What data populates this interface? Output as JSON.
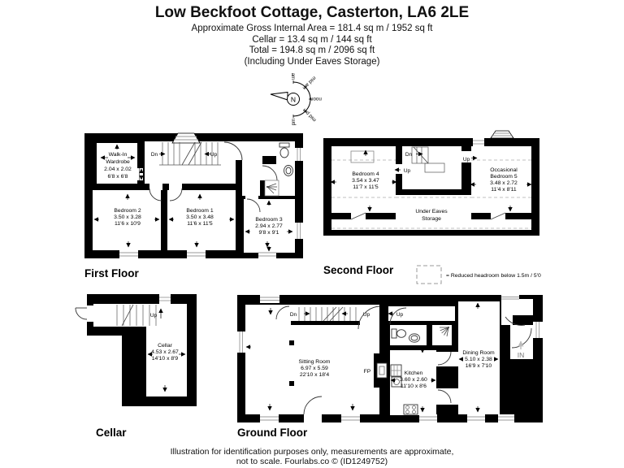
{
  "header": {
    "title": "Low Beckfoot Cottage, Casterton, LA6 2LE",
    "subtitle1": "Approximate Gross Internal Area = 181.4 sq m / 1952 sq ft",
    "subtitle2": "Cellar = 13.4 sq m / 144 sq ft",
    "subtitle3": "Total = 194.8 sq m / 2096 sq ft",
    "subtitle4": "(Including Under Eaves Storage)"
  },
  "compass": {
    "north": "N",
    "am": "am",
    "mid_am": "mid am",
    "noon": "noon",
    "mid_pm": "mid pm",
    "pm": "pm"
  },
  "first_floor": {
    "label": "First Floor",
    "stair_down": "Dn",
    "stair_up": "Up",
    "walk_in_wardrobe": {
      "line1": "Walk-In",
      "line2": "Wardrobe",
      "metric": "2.04 x 2.02",
      "imperial": "6'8 x 6'8"
    },
    "bedroom2": {
      "name": "Bedroom 2",
      "metric": "3.50 x 3.28",
      "imperial": "11'6 x 10'9"
    },
    "bedroom1": {
      "name": "Bedroom 1",
      "metric": "3.50 x 3.48",
      "imperial": "11'6 x 11'5"
    },
    "bedroom3": {
      "name": "Bedroom 3",
      "metric": "2.94 x 2.77",
      "imperial": "9'8 x 9'1"
    }
  },
  "second_floor": {
    "label": "Second Floor",
    "stair_down": "Dn",
    "stair_up_left": "Up",
    "stair_up_right": "Up",
    "bedroom4": {
      "name": "Bedroom 4",
      "metric": "3.54 x 3.47",
      "imperial": "11'7 x 11'5"
    },
    "bedroom5": {
      "line1": "Occasional",
      "line2": "Bedroom 5",
      "metric": "3.48 x 2.72",
      "imperial": "11'4 x 8'11"
    },
    "under_eaves": {
      "line1": "Under Eaves",
      "line2": "Storage"
    }
  },
  "cellar_floor": {
    "label": "Cellar",
    "stair_up": "Up",
    "cellar": {
      "name": "Cellar",
      "metric": "4.53 x 2.67",
      "imperial": "14'10 x 8'9"
    }
  },
  "ground_floor": {
    "label": "Ground Floor",
    "stair_down": "Dn",
    "stair_up_left": "Up",
    "stair_up_right": "Up",
    "sitting": {
      "name": "Sitting Room",
      "metric": "6.97 x 5.59",
      "imperial": "22'10 x 18'4"
    },
    "kitchen": {
      "name": "Kitchen",
      "metric": "3.60 x 2.60",
      "imperial": "11'10 x 8'6"
    },
    "dining": {
      "name": "Dining Room",
      "metric": "5.10 x 2.38",
      "imperial": "16'9 x 7'10"
    },
    "fireplace": "FP",
    "entrance": "IN"
  },
  "legend": {
    "text": "= Reduced headroom below 1.5m / 5'0"
  },
  "footer": {
    "line1": "Illustration for identification purposes only, measurements are approximate,",
    "line2": "not to scale. Fourlabs.co © (ID1249752)"
  },
  "colors": {
    "wall": "#000000",
    "background": "#ffffff",
    "window_line": "#999999",
    "reduced_headroom_dash": "#aaaaaa",
    "entrance_arrow": "#bbbbbb"
  }
}
